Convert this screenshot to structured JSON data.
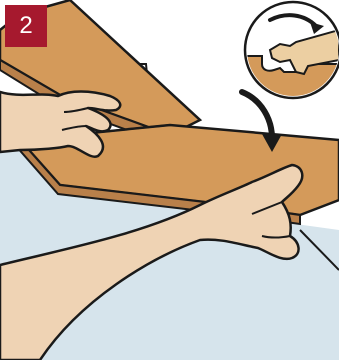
{
  "step": {
    "number": "2"
  },
  "colors": {
    "badge": "#a6192e",
    "floor": "#d6e4ec",
    "wall": "#e6ecef",
    "wood_top": "#d49a5a",
    "wood_edge": "#b9804a",
    "skin": "#efd3b4",
    "outline": "#1a1a1a"
  },
  "icons": {
    "detail_inset": "plank-click-joint-detail",
    "rotate_arrow": "curved-arrow",
    "pointer_arrow": "down-arrow"
  }
}
